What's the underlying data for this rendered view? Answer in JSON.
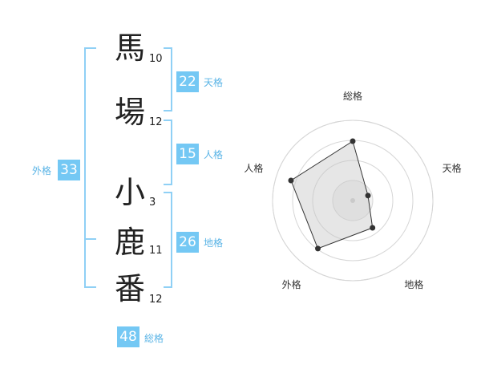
{
  "name": {
    "chars": [
      {
        "char": "馬",
        "strokes": "10"
      },
      {
        "char": "場",
        "strokes": "12"
      },
      {
        "char": "小",
        "strokes": "3"
      },
      {
        "char": "鹿",
        "strokes": "11"
      },
      {
        "char": "番",
        "strokes": "12"
      }
    ]
  },
  "fortunes": {
    "tenkaku": {
      "value": "22",
      "label": "天格"
    },
    "jinkaku": {
      "value": "15",
      "label": "人格"
    },
    "chikaku": {
      "value": "26",
      "label": "地格"
    },
    "gaikaku": {
      "value": "33",
      "label": "外格"
    },
    "soukaku": {
      "value": "48",
      "label": "総格"
    }
  },
  "colors": {
    "accent": "#74c8f4",
    "accent_text": "#5ab4e6",
    "bracket": "#8fd0f5"
  },
  "chart_data": {
    "type": "radar",
    "axes": [
      "総格",
      "天格",
      "地格",
      "外格",
      "人格"
    ],
    "values": [
      0.74,
      0.2,
      0.42,
      0.74,
      0.81
    ],
    "range": [
      0,
      1
    ],
    "rings": 4
  }
}
